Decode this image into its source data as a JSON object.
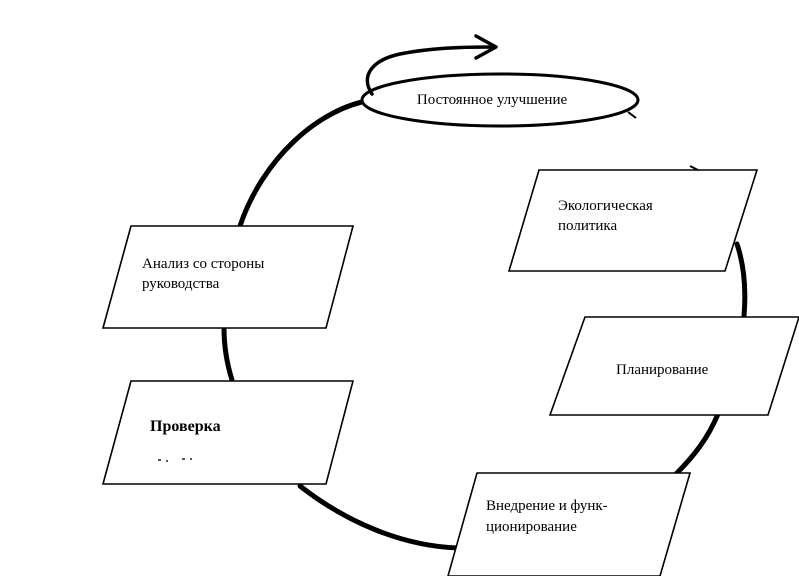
{
  "nodes": {
    "continuous_improvement": "Постоянное улучшение",
    "environmental_policy": [
      "Экологическая",
      "политика"
    ],
    "planning": "Планирование",
    "implementation": [
      "Внедрение и функ-",
      "ционирование"
    ],
    "checking": "Проверка",
    "management_review": [
      "Анализ со стороны",
      "руководства"
    ]
  }
}
